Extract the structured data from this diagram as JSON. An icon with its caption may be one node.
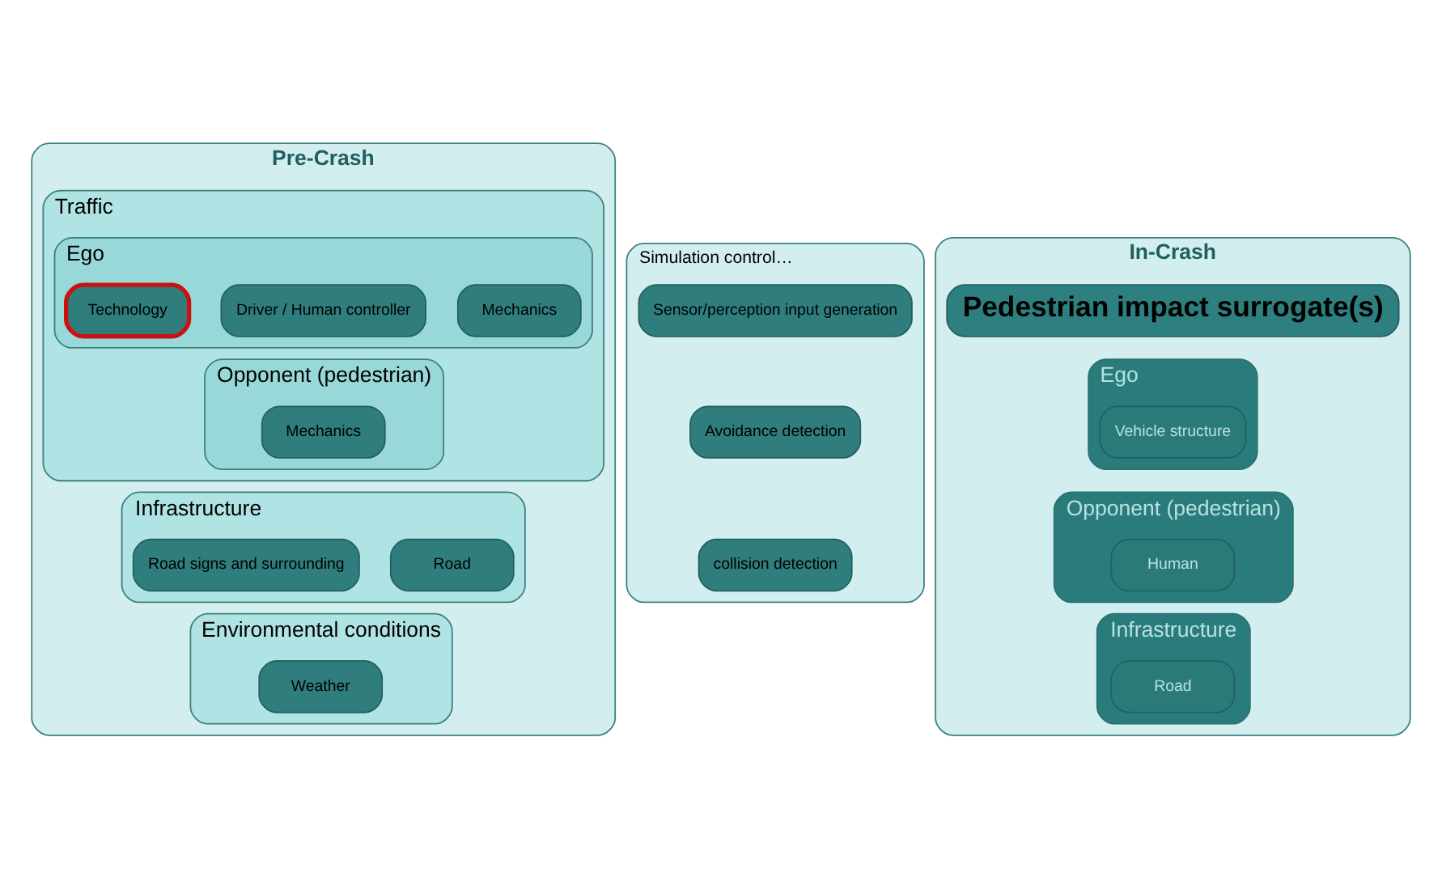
{
  "diagram": {
    "nodes": [
      {
        "text": [
          "Pre-Crash"
        ]
      },
      {
        "text": [
          "Traffic"
        ],
        "in": 0
      },
      {
        "text": [
          "Ego"
        ],
        "in": 1
      },
      {
        "text": [
          "Mechanics"
        ],
        "in": 2
      },
      {
        "text": [
          "Driver / Human controller"
        ],
        "in": 2
      },
      {
        "text": [
          "Technology"
        ],
        "in": 2
      },
      {
        "text": [
          "Opponent (pedestrian)"
        ],
        "in": 1
      },
      {
        "text": [
          "Mechanics"
        ],
        "in": 6
      },
      {
        "text": [
          "Infrastructure"
        ],
        "in": 0
      },
      {
        "text": [
          "Road"
        ],
        "in": 8
      },
      {
        "text": [
          "Road signs and surrounding"
        ],
        "in": 8
      },
      {
        "text": [
          "Environmental conditions"
        ],
        "in": 0
      },
      {
        "text": [
          "Weather"
        ],
        "in": 11
      },
      {
        "text": [
          "Simulation control…"
        ]
      },
      {
        "text": [
          "Sensor/perception input generation"
        ],
        "in": 13
      },
      {
        "text": [
          "Avoidance detection"
        ],
        "in": 13
      },
      {
        "text": [
          "collision detection"
        ],
        "in": 13
      },
      {
        "text": [
          "In-Crash"
        ]
      },
      {
        "text": [
          "Pedestrian impact surrogate(s)"
        ],
        "in": 17
      },
      {
        "text": [
          "Ego"
        ],
        "in": 17
      },
      {
        "text": [
          "Vehicle structure"
        ],
        "in": 19
      },
      {
        "text": [
          "Opponent (pedestrian)"
        ],
        "in": 17
      },
      {
        "text": [
          "Human"
        ],
        "in": 21
      },
      {
        "text": [
          "Infrastructure"
        ],
        "in": 17
      },
      {
        "text": [
          "Road"
        ],
        "in": 23
      }
    ],
    "edges": []
  }
}
